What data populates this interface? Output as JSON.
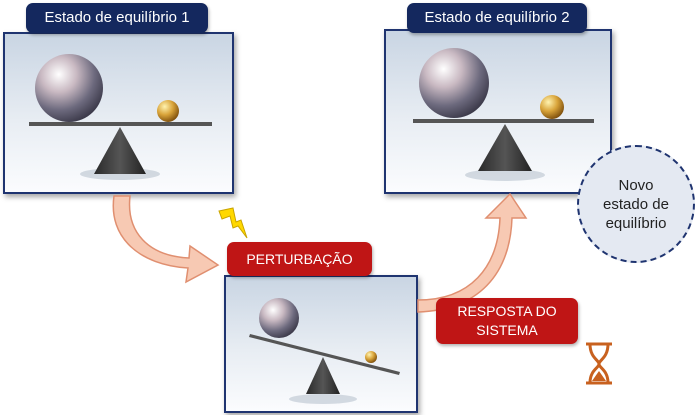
{
  "states": {
    "state1_label": "Estado de equilíbrio 1",
    "state2_label": "Estado de equilíbrio 2"
  },
  "perturbation_label": "PERTURBAÇÃO",
  "response_label_line1": "RESPOSTA DO",
  "response_label_line2": "SISTEMA",
  "new_state_text": "Novo estado de equilíbrio",
  "colors": {
    "panel_border": "#1f3470",
    "title_bg": "#14285e",
    "red_label": "#bf1515",
    "arrow_fill": "#f7c9b3",
    "arrow_stroke": "#e08f70",
    "lightning": "#ffd800",
    "hourglass": "#c8611f"
  },
  "icons": {
    "lightning": "lightning-icon",
    "hourglass": "hourglass-icon"
  }
}
